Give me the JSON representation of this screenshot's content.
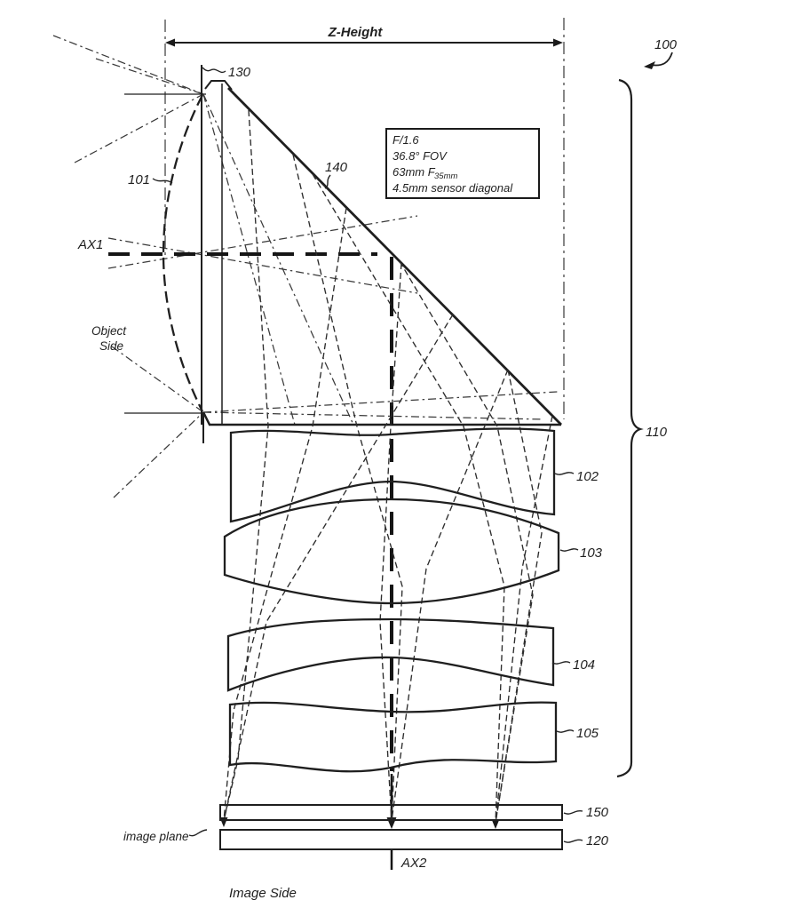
{
  "figure": {
    "z_height": "Z-Height",
    "ref_100": "100",
    "ref_110": "110",
    "ref_130": "130",
    "ref_140": "140",
    "ref_101": "101",
    "ref_102": "102",
    "ref_103": "103",
    "ref_104": "104",
    "ref_105": "105",
    "ref_150": "150",
    "ref_120": "120",
    "axis1": "AX1",
    "axis2": "AX2",
    "object_side_line1": "Object",
    "object_side_line2": "Side",
    "image_side": "Image Side",
    "image_plane": "image plane",
    "spec_box": {
      "f_number": "F/1.6",
      "fov": "36.8° FOV",
      "focal": "63mm F",
      "focal_sub": "35mm",
      "sensor": "4.5mm sensor diagonal"
    },
    "colors": {
      "ink": "#1f1f1f",
      "background": "#ffffff"
    }
  }
}
